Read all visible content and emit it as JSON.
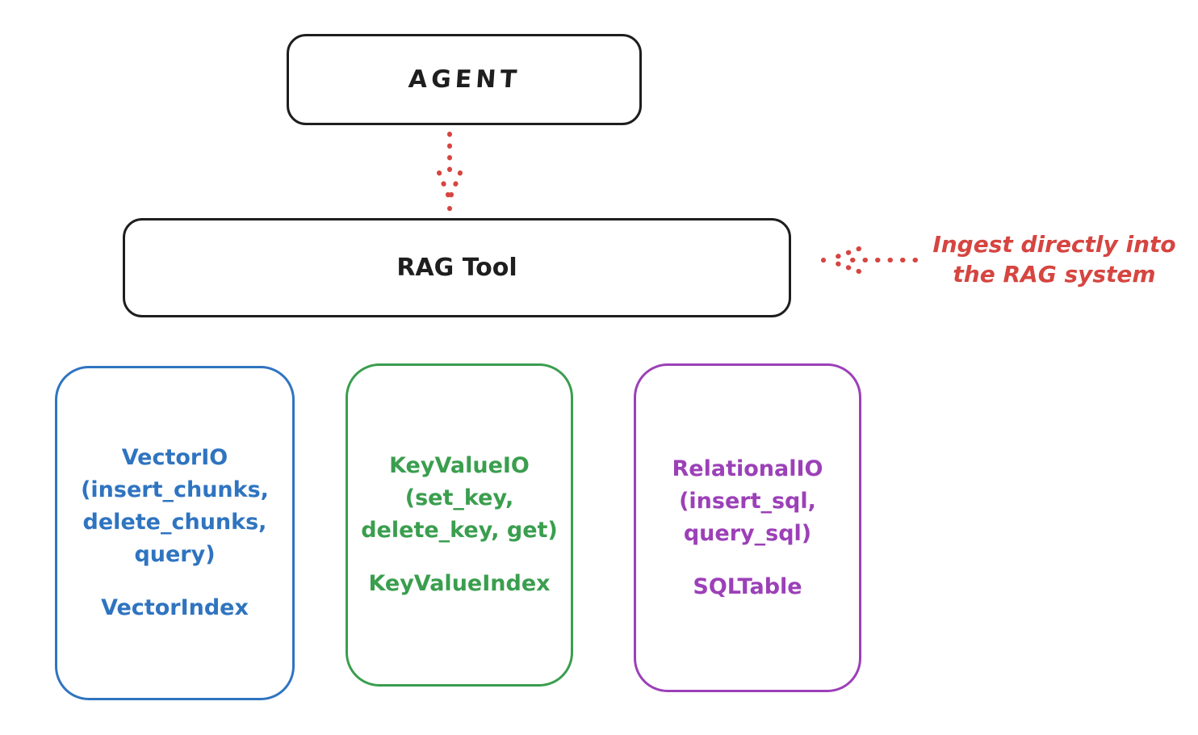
{
  "agent_box": {
    "label": "AGENT"
  },
  "rag_tool_box": {
    "label": "RAG Tool"
  },
  "annotation": {
    "line1": "Ingest directly into",
    "line2": "the RAG system"
  },
  "arrows": [
    {
      "name": "agent-to-rag-tool",
      "style": "dotted",
      "direction": "down",
      "color": "#d64540"
    },
    {
      "name": "ingest-into-rag-tool",
      "style": "dotted",
      "direction": "left",
      "color": "#d64540"
    }
  ],
  "storage_boxes": [
    {
      "id": "vector-io",
      "accent": "#2f74c0",
      "lines": [
        "VectorIO",
        "(insert_chunks,",
        "delete_chunks,",
        "query)"
      ],
      "index_label": "VectorIndex"
    },
    {
      "id": "key-value-io",
      "accent": "#3a9e4e",
      "lines": [
        "KeyValueIO",
        "(set_key,",
        "delete_key, get)"
      ],
      "index_label": "KeyValueIndex"
    },
    {
      "id": "relational-io",
      "accent": "#9c40b8",
      "lines": [
        "RelationalIO",
        "(insert_sql,",
        "query_sql)"
      ],
      "index_label": "SQLTable"
    }
  ],
  "colors": {
    "stroke_black": "#1e1e1e",
    "background": "#ffffff",
    "annotation_red": "#d64540",
    "vector_blue": "#2f74c0",
    "keyvalue_green": "#3a9e4e",
    "relational_purple": "#9c40b8"
  }
}
